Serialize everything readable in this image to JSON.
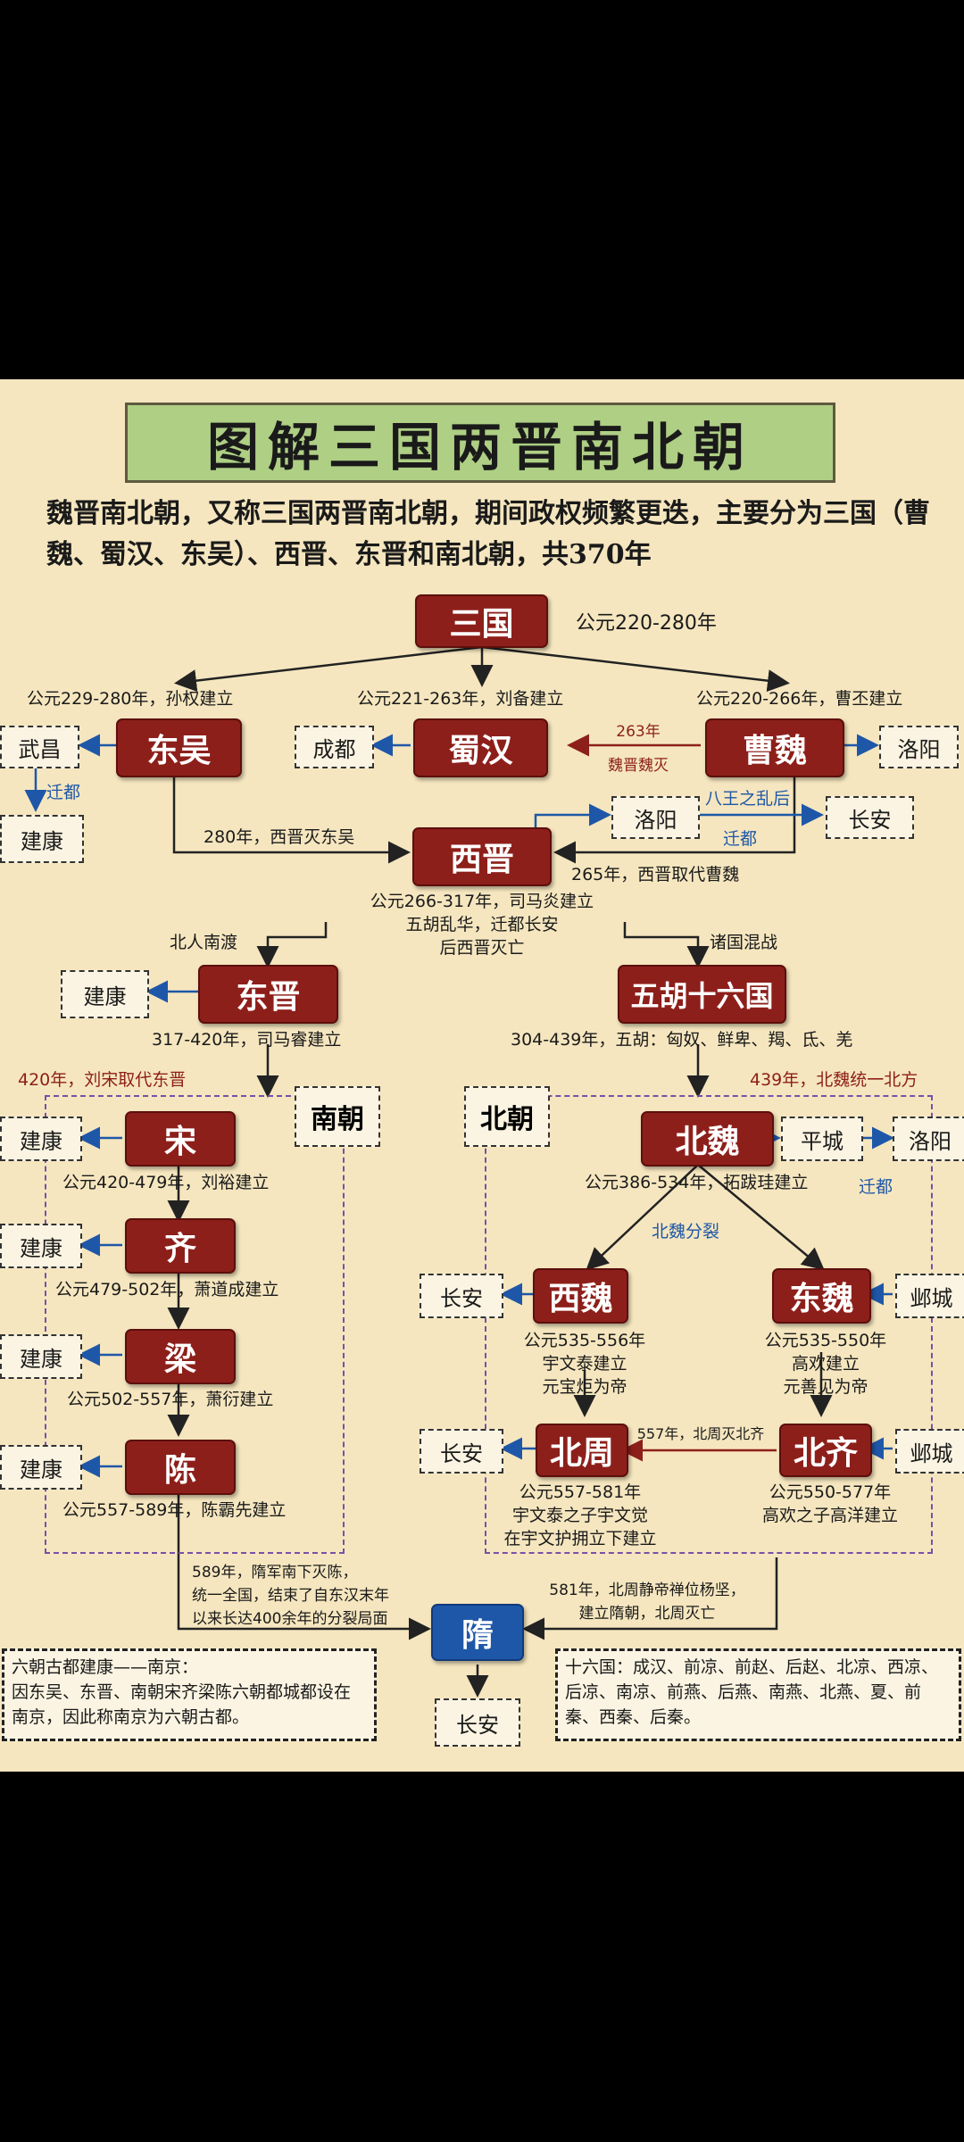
{
  "title": "图解三国两晋南北朝",
  "intro": "魏晋南北朝，又称三国两晋南北朝，期间政权频繁更迭，主要分为三国（曹魏、蜀汉、东吴）、西晋、东晋和南北朝，共370年",
  "states": {
    "sanguo": "三国",
    "dongwu": "东吴",
    "shuhan": "蜀汉",
    "caowei": "曹魏",
    "xijin": "西晋",
    "dongjin": "东晋",
    "wuhu": "五胡十六国",
    "song": "宋",
    "qi": "齐",
    "liang": "梁",
    "chen": "陈",
    "beiwei": "北魏",
    "xiwei": "西魏",
    "dongwei": "东魏",
    "beizhou": "北周",
    "beiqi": "北齐",
    "sui": "隋"
  },
  "capitals": {
    "wuchang": "武昌",
    "jiankang_wu": "建康",
    "chengdu": "成都",
    "luoyang_wei": "洛阳",
    "luoyang_jin": "洛阳",
    "changan_jin": "长安",
    "jiankang_dj": "建康",
    "jiankang_song": "建康",
    "jiankang_qi": "建康",
    "jiankang_liang": "建康",
    "jiankang_chen": "建康",
    "pingcheng": "平城",
    "luoyang_bw": "洛阳",
    "changan_xw": "长安",
    "yecheng_dw": "邺城",
    "changan_bz": "长安",
    "yecheng_bq": "邺城",
    "changan_sui": "长安"
  },
  "regions": {
    "south": "南朝",
    "north": "北朝"
  },
  "labels": {
    "sanguo_date": "公元220-280年",
    "wu_date": "公元229-280年，孙权建立",
    "shu_date": "公元221-263年，刘备建立",
    "wei_date": "公元220-266年，曹丕建立",
    "shu_fall_1": "263年",
    "shu_fall_2": "魏晋魏灭",
    "qianbdu": "迁都",
    "bawang": "八王之乱后",
    "qiandu2": "迁都",
    "wu_fall": "280年，西晋灭东吴",
    "wei_fall": "265年，西晋取代曹魏",
    "xijin_1": "公元266-317年，司马炎建立",
    "xijin_2": "五胡乱华，迁都长安",
    "xijin_3": "后西晋灭亡",
    "beiren": "北人南渡",
    "zhuguo": "诸国混战",
    "dongjin_date": "317-420年，司马睿建立",
    "wuhu_date": "304-439年，五胡：匈奴、鲜卑、羯、氐、羌",
    "song_replace": "420年，刘宋取代东晋",
    "beiwei_unify": "439年，北魏统一北方",
    "song_date": "公元420-479年，刘裕建立",
    "qi_date": "公元479-502年，萧道成建立",
    "liang_date": "公元502-557年，萧衍建立",
    "chen_date": "公元557-589年，陈霸先建立",
    "beiwei_date": "公元386-534年，拓跋珪建立",
    "qiandu3": "迁都",
    "beiwei_split": "北魏分裂",
    "xiwei_1": "公元535-556年",
    "xiwei_2": "宇文泰建立",
    "xiwei_3": "元宝炬为帝",
    "dongwei_1": "公元535-550年",
    "dongwei_2": "高欢建立",
    "dongwei_3": "元善见为帝",
    "beiqi_fall": "557年，北周灭北齐",
    "beizhou_1": "公元557-581年",
    "beizhou_2": "宇文泰之子宇文觉",
    "beizhou_3": "在宇文护拥立下建立",
    "beiqi_1": "公元550-577年",
    "beiqi_2": "高欢之子高洋建立",
    "sui_south_1": "589年，隋军南下灭陈，",
    "sui_south_2": "统一全国，结束了自东汉末年",
    "sui_south_3": "以来长达400余年的分裂局面",
    "sui_north_1": "581年，北周静帝禅位杨坚，",
    "sui_north_2": "建立隋朝，北周灭亡"
  },
  "notes": {
    "liuchao_title": "六朝古都建康——南京：",
    "liuchao_body": "因东吴、东晋、南朝宋齐梁陈六朝都城都设在南京，因此称南京为六朝古都。",
    "shiliu_title": "十六国：",
    "shiliu_body": "成汉、前凉、前赵、后赵、北凉、西凉、后凉、南凉、前燕、后燕、南燕、北燕、夏、前秦、西秦、后秦。"
  },
  "colors": {
    "background": "#f5e6bf",
    "state": "#8d1f1a",
    "sui": "#1f57a8",
    "title_bg": "#aecf84",
    "region_border": "#7a4fa6"
  }
}
